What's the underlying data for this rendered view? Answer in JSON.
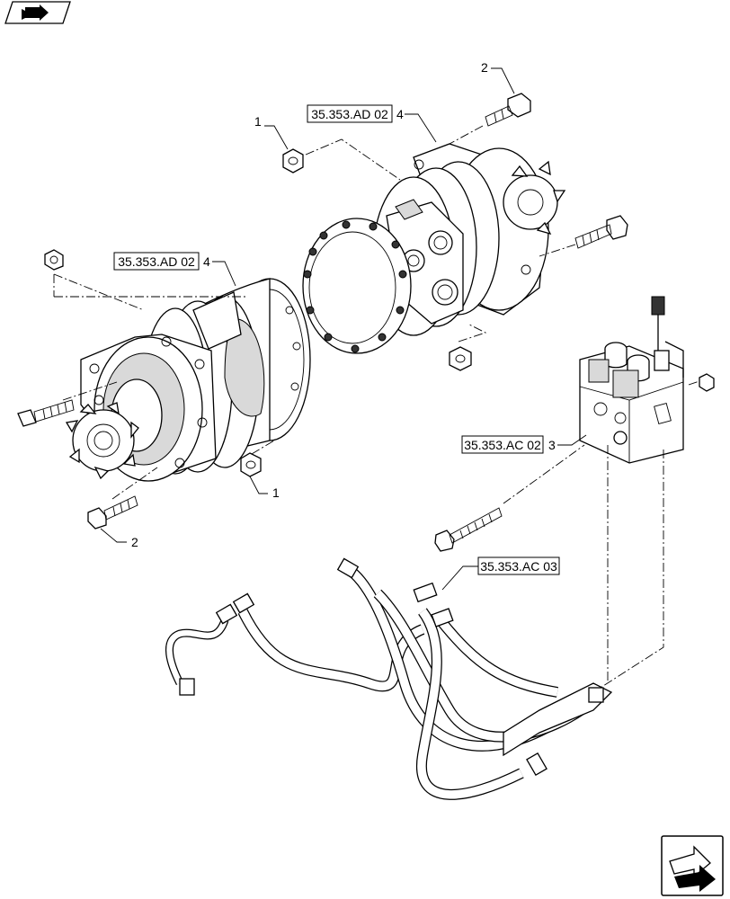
{
  "references": [
    {
      "label": "35.353.AD 02",
      "item": "4"
    },
    {
      "label": "35.353.AD 02",
      "item": "4"
    },
    {
      "label": "35.353.AC 02",
      "item": "3"
    },
    {
      "label": "35.353.AC 03",
      "item": ""
    }
  ],
  "callouts": {
    "top_nut": "1",
    "top_bolt": "2",
    "lower_nut": "1",
    "lower_bolt": "2"
  },
  "icons": {
    "top_left": "reference-arrow-icon",
    "bottom_right": "next-page-arrow-icon"
  }
}
